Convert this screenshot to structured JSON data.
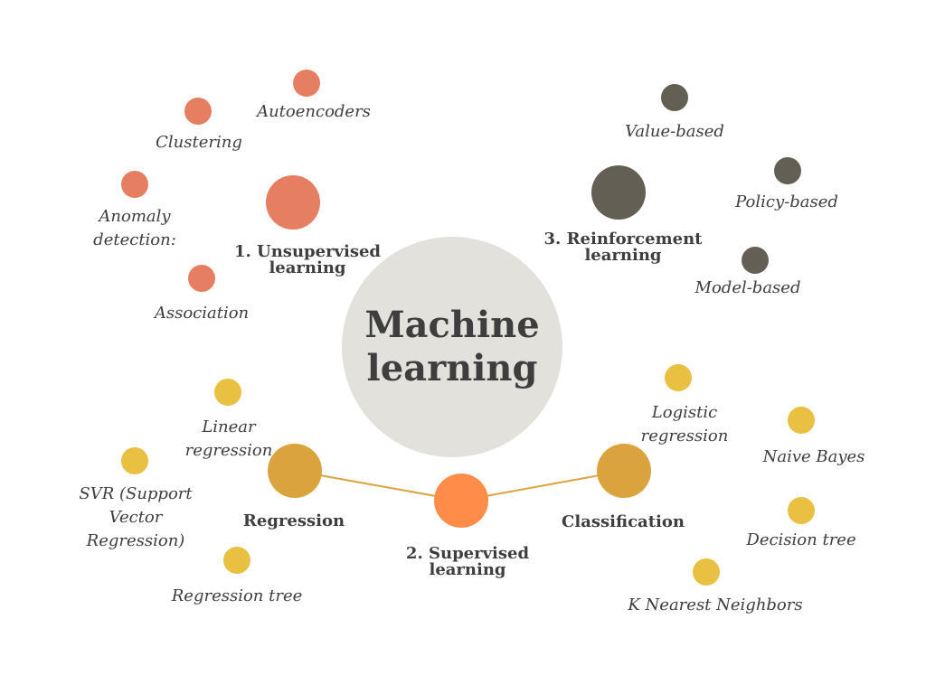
{
  "colors": {
    "center": "#e3e1dc",
    "unsupervised": "#e67e62",
    "reinforcement": "#645f55",
    "supervised": "#ff8c48",
    "supervised_branch": "#dba33e",
    "supervised_leaf": "#e9c042",
    "connector": "#dba33e",
    "text": "#3e3e3e"
  },
  "center": {
    "title": "Machine\nlearning"
  },
  "unsupervised": {
    "label": "1. Unsupervised\nlearning",
    "items": {
      "autoencoders": "Autoencoders",
      "clustering": "Clustering",
      "anomaly": "Anomaly\ndetection:",
      "association": "Association"
    }
  },
  "reinforcement": {
    "label": "3. Reinforcement\nlearning",
    "items": {
      "value": "Value-based",
      "policy": "Policy-based",
      "model": "Model-based"
    }
  },
  "supervised": {
    "label": "2. Supervised\nlearning",
    "regression": {
      "label": "Regression",
      "items": {
        "linear": "Linear\nregression",
        "svr": "SVR (Support\nVector\nRegression)",
        "tree": "Regression tree"
      }
    },
    "classification": {
      "label": "Classification",
      "items": {
        "logistic": "Logistic\nregression",
        "bayes": "Naive Bayes",
        "dtree": "Decision tree",
        "knn": "K Nearest Neighbors"
      }
    }
  }
}
